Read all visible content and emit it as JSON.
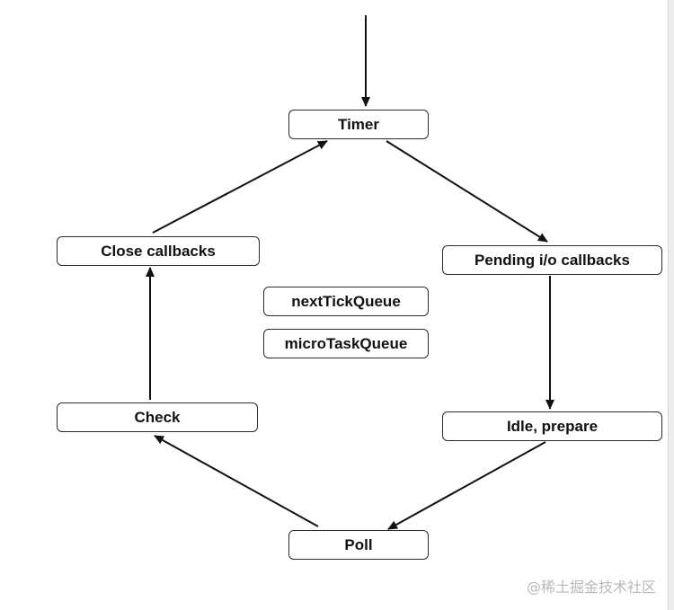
{
  "nodes": {
    "timer": "Timer",
    "pending": "Pending i/o callbacks",
    "idle": "Idle, prepare",
    "poll": "Poll",
    "check": "Check",
    "close": "Close callbacks",
    "next_tick_queue": "nextTickQueue",
    "micro_task_queue": "microTaskQueue"
  },
  "edges": [
    {
      "from": "entry",
      "to": "Timer"
    },
    {
      "from": "Timer",
      "to": "Pending i/o callbacks"
    },
    {
      "from": "Pending i/o callbacks",
      "to": "Idle, prepare"
    },
    {
      "from": "Idle, prepare",
      "to": "Poll"
    },
    {
      "from": "Poll",
      "to": "Check"
    },
    {
      "from": "Check",
      "to": "Close callbacks"
    },
    {
      "from": "Close callbacks",
      "to": "Timer"
    }
  ],
  "colors": {
    "line": "#111111",
    "border": "#2b2b2b",
    "watermark": "#b9b9b9"
  },
  "watermark": "@稀土掘金技术社区"
}
